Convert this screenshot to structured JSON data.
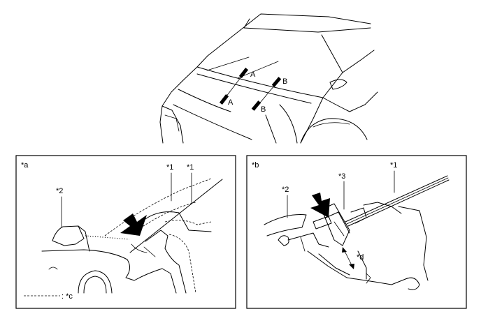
{
  "top_view": {
    "labels": {
      "a_upper": "A",
      "a_lower": "A",
      "b_upper": "B",
      "b_lower": "B"
    }
  },
  "panel_a": {
    "tag": "*a",
    "callout_1_left": "*1",
    "callout_1_right": "*1",
    "callout_2": "*2",
    "legend_label": ": *c"
  },
  "panel_b": {
    "tag": "*b",
    "callout_1": "*1",
    "callout_2": "*2",
    "callout_3": "*3",
    "callout_d": "*d"
  },
  "colors": {
    "line": "#000000",
    "background": "#ffffff"
  }
}
